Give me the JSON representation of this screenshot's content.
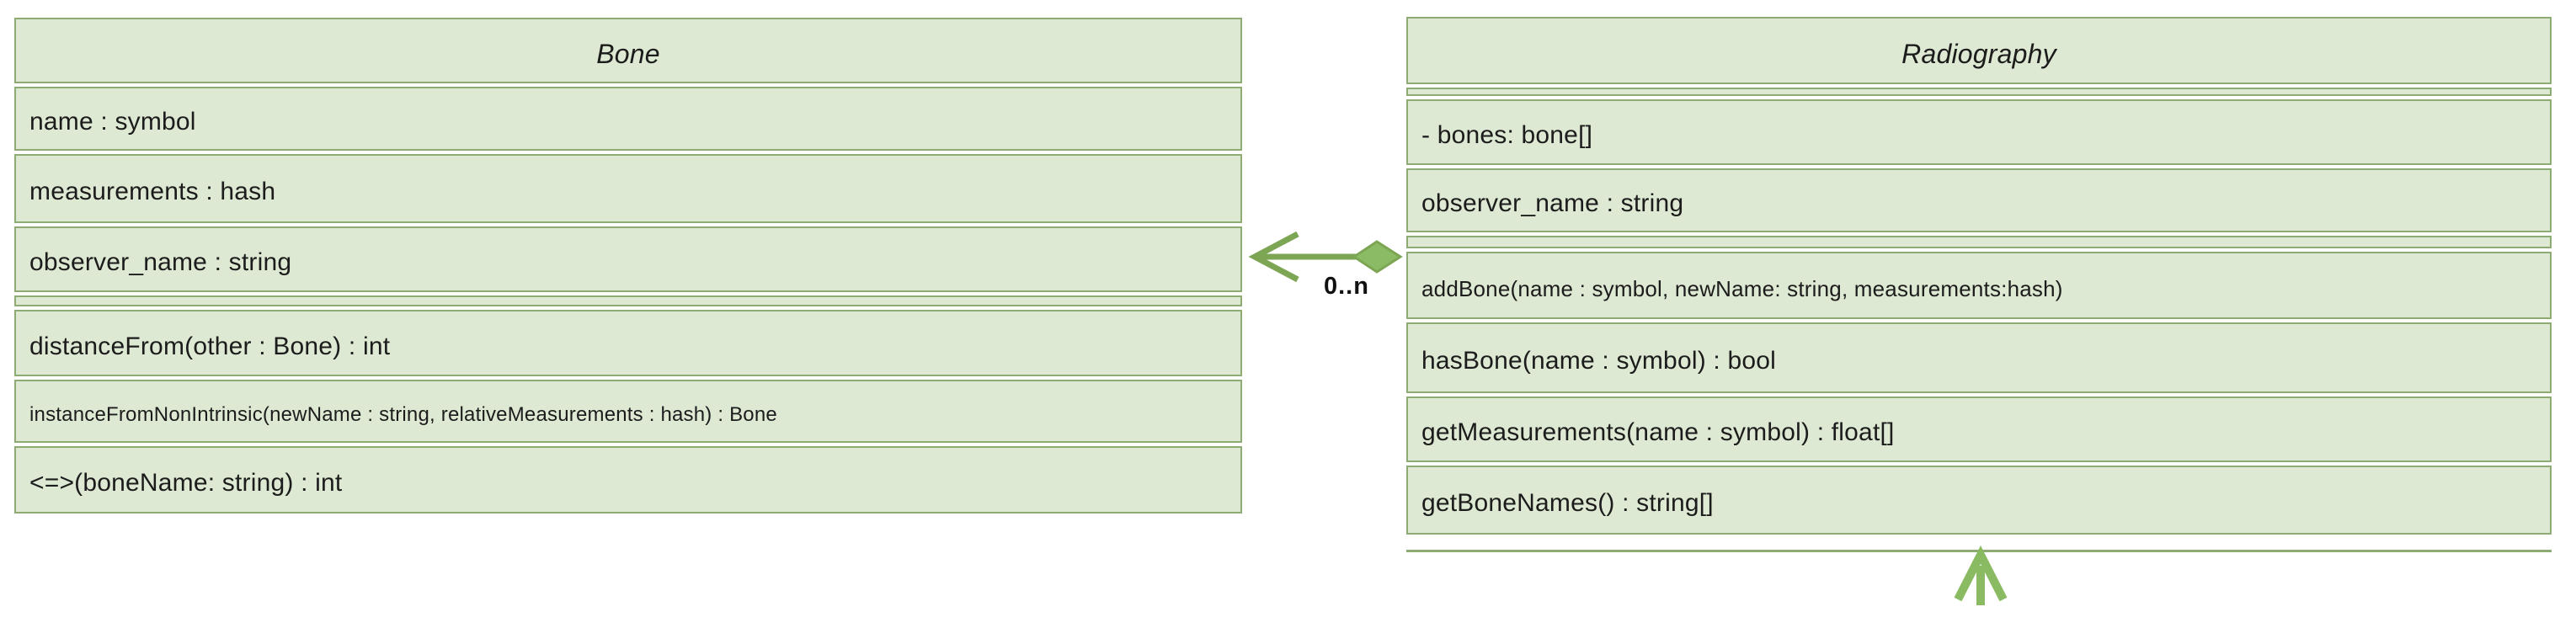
{
  "diagram": {
    "type": "uml-class-diagram",
    "classes": [
      {
        "name": "Bone",
        "attributes": [
          "name : symbol",
          "measurements : hash",
          "observer_name : string"
        ],
        "methods": [
          "distanceFrom(other : Bone) : int",
          "instanceFromNonIntrinsic(newName : string, relativeMeasurements : hash) : Bone",
          "<=>(boneName: string) : int"
        ]
      },
      {
        "name": "Radiography",
        "attributes": [
          "- bones: bone[]",
          "observer_name : string"
        ],
        "methods": [
          "addBone(name : symbol, newName: string, measurements:hash)",
          "hasBone(name : symbol) : bool",
          "getMeasurements(name : symbol) : float[]",
          "getBoneNames() : string[]"
        ]
      }
    ],
    "relationship": {
      "from": "Radiography",
      "to": "Bone",
      "kind": "aggregation",
      "multiplicity_label": "0..n"
    },
    "colors": {
      "compartment_fill": "#dde9d2",
      "compartment_border": "#8fab74",
      "connector_green": "#7ca554",
      "diamond_fill": "#8cbb66",
      "bottom_arrow_green": "#8aba62",
      "text": "#1c1c1c"
    }
  }
}
